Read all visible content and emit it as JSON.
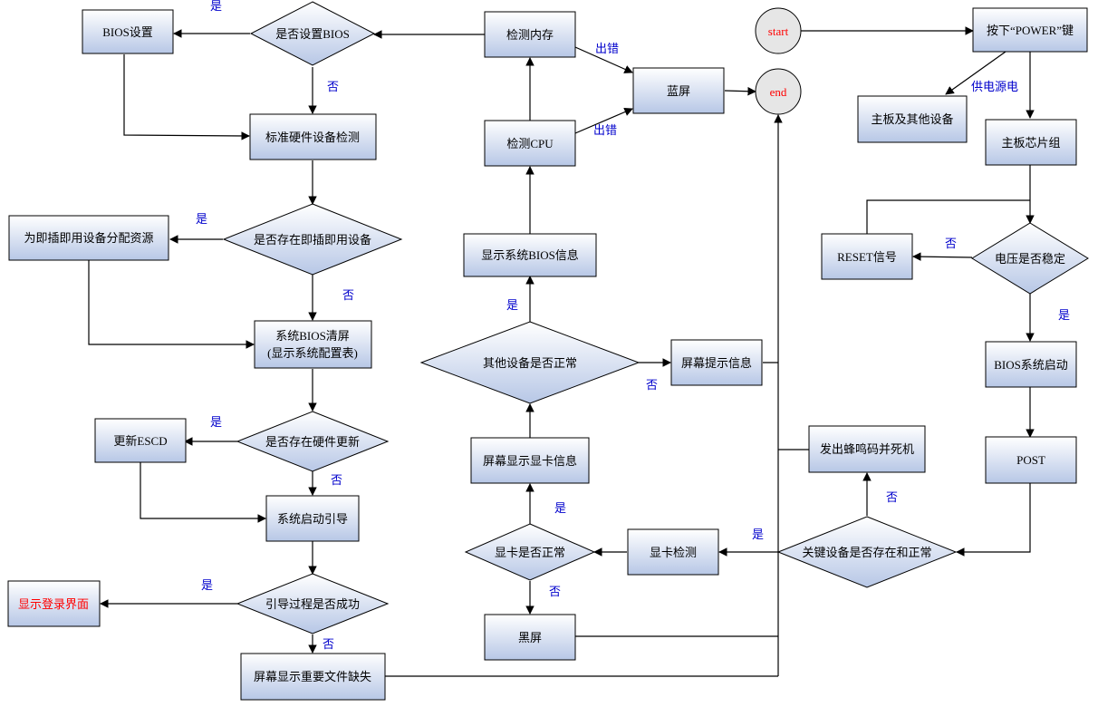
{
  "colors": {
    "node_fill_top": "#ffffff",
    "node_fill_bottom": "#b7c7e6",
    "circle_fill": "#e6e6e6",
    "circle_text": "#ff0000",
    "label_text": "#0000cc",
    "red_text": "#ff0000",
    "line": "#000000"
  },
  "nodes": {
    "start": "start",
    "end": "end",
    "press_power": "按下“POWER”键",
    "mainboard_devices": "主板及其他设备",
    "chipset": "主板芯片组",
    "voltage_stable": "电压是否稳定",
    "reset_signal": "RESET信号",
    "bios_start": "BIOS系统启动",
    "post": "POST",
    "key_devices": "关键设备是否存在和正常",
    "beep_halt": "发出蜂鸣码并死机",
    "gpu_check": "显卡检测",
    "gpu_ok": "显卡是否正常",
    "black_screen": "黑屏",
    "show_gpu_info": "屏幕显示显卡信息",
    "other_devices_ok": "其他设备是否正常",
    "screen_prompt": "屏幕提示信息",
    "show_bios_info": "显示系统BIOS信息",
    "check_cpu": "检测CPU",
    "check_memory": "检测内存",
    "blue_screen": "蓝屏",
    "set_bios_q": "是否设置BIOS",
    "bios_settings": "BIOS设置",
    "std_hw_check": "标准硬件设备检测",
    "pnp_q": "是否存在即插即用设备",
    "pnp_alloc": "为即插即用设备分配资源",
    "bios_clear_1": "系统BIOS清屏",
    "bios_clear_2": "(显示系统配置表)",
    "hw_update_q": "是否存在硬件更新",
    "update_escd": "更新ESCD",
    "boot_loader": "系统启动引导",
    "boot_ok_q": "引导过程是否成功",
    "show_login": "显示登录界面",
    "missing_files": "屏幕显示重要文件缺失"
  },
  "labels": {
    "power_supply": "供电源电",
    "yes": "是",
    "no": "否",
    "error": "出错"
  }
}
